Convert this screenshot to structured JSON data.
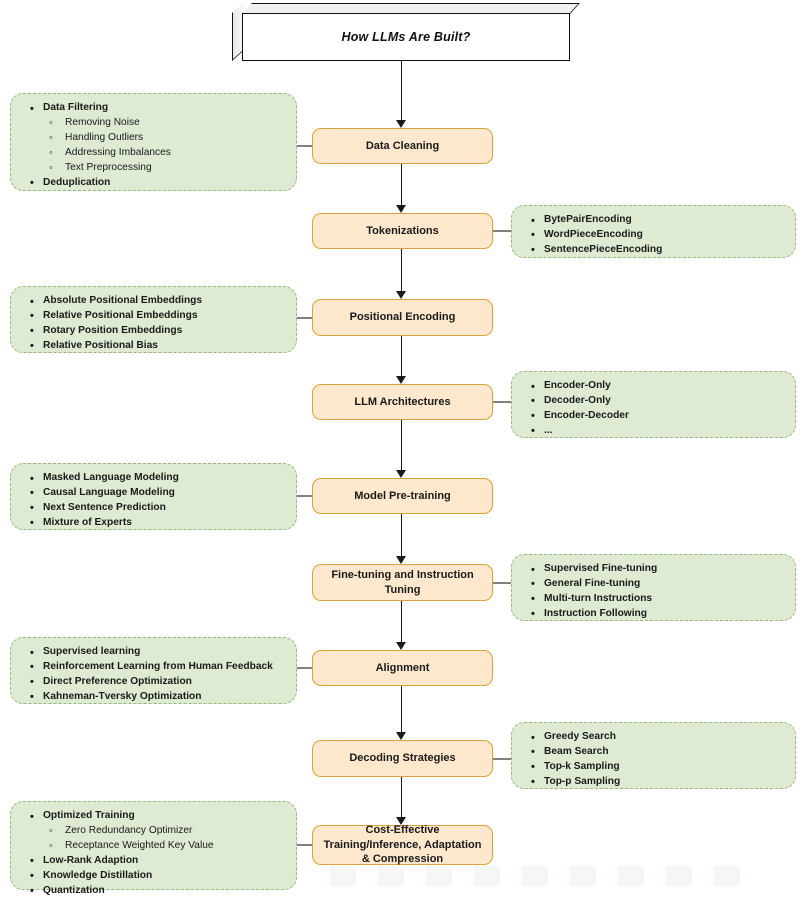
{
  "diagram": {
    "title": "How LLMs Are Built?",
    "colors": {
      "stage_fill": "#fde7cd",
      "stage_border": "#d9a33a",
      "detail_fill": "#dfead2",
      "detail_border": "#9ab77f",
      "connector_arrow": "#1a1a1a",
      "connector_branch": "#808080",
      "text": "#1a1a1a",
      "title_fill": "#ffffff",
      "title_border": "#111111"
    },
    "stages": [
      {
        "id": "data-cleaning",
        "label": "Data Cleaning"
      },
      {
        "id": "tokenizations",
        "label": "Tokenizations"
      },
      {
        "id": "positional-encoding",
        "label": "Positional Encoding"
      },
      {
        "id": "llm-architectures",
        "label": "LLM Architectures"
      },
      {
        "id": "model-pre-training",
        "label": "Model Pre-training"
      },
      {
        "id": "fine-tuning",
        "label": "Fine-tuning and Instruction Tuning"
      },
      {
        "id": "alignment",
        "label": "Alignment"
      },
      {
        "id": "decoding-strategies",
        "label": "Decoding Strategies"
      },
      {
        "id": "cost-effective",
        "label": "Cost-Effective Training/Inference, Adaptation & Compression"
      }
    ],
    "details": [
      {
        "id": "data-cleaning-details",
        "side": "left",
        "stage": "Data Cleaning",
        "items": [
          {
            "text": "Data Filtering",
            "children": [
              "Removing Noise",
              "Handling Outliers",
              "Addressing Imbalances",
              "Text Preprocessing"
            ]
          },
          {
            "text": "Deduplication",
            "children": []
          }
        ]
      },
      {
        "id": "tokenizations-details",
        "side": "right",
        "stage": "Tokenizations",
        "items": [
          {
            "text": "BytePairEncoding",
            "children": []
          },
          {
            "text": "WordPieceEncoding",
            "children": []
          },
          {
            "text": "SentencePieceEncoding",
            "children": []
          }
        ]
      },
      {
        "id": "positional-encoding-details",
        "side": "left",
        "stage": "Positional Encoding",
        "items": [
          {
            "text": "Absolute Positional Embeddings",
            "children": []
          },
          {
            "text": "Relative Positional Embeddings",
            "children": []
          },
          {
            "text": "Rotary Position Embeddings",
            "children": []
          },
          {
            "text": "Relative Positional Bias",
            "children": []
          }
        ]
      },
      {
        "id": "llm-architectures-details",
        "side": "right",
        "stage": "LLM Architectures",
        "items": [
          {
            "text": "Encoder-Only",
            "children": []
          },
          {
            "text": "Decoder-Only",
            "children": []
          },
          {
            "text": "Encoder-Decoder",
            "children": []
          },
          {
            "text": "...",
            "children": []
          }
        ]
      },
      {
        "id": "model-pre-training-details",
        "side": "left",
        "stage": "Model Pre-training",
        "items": [
          {
            "text": "Masked Language Modeling",
            "children": []
          },
          {
            "text": "Causal Language Modeling",
            "children": []
          },
          {
            "text": "Next Sentence Prediction",
            "children": []
          },
          {
            "text": "Mixture of Experts",
            "children": []
          }
        ]
      },
      {
        "id": "fine-tuning-details",
        "side": "right",
        "stage": "Fine-tuning and Instruction Tuning",
        "items": [
          {
            "text": "Supervised Fine-tuning",
            "children": []
          },
          {
            "text": "General Fine-tuning",
            "children": []
          },
          {
            "text": "Multi-turn Instructions",
            "children": []
          },
          {
            "text": "Instruction Following",
            "children": []
          }
        ]
      },
      {
        "id": "alignment-details",
        "side": "left",
        "stage": "Alignment",
        "items": [
          {
            "text": "Supervised learning",
            "children": []
          },
          {
            "text": "Reinforcement Learning from Human Feedback",
            "children": []
          },
          {
            "text": "Direct Preference Optimization",
            "children": []
          },
          {
            "text": "Kahneman-Tversky Optimization",
            "children": []
          }
        ]
      },
      {
        "id": "decoding-strategies-details",
        "side": "right",
        "stage": "Decoding Strategies",
        "items": [
          {
            "text": "Greedy Search",
            "children": []
          },
          {
            "text": "Beam Search",
            "children": []
          },
          {
            "text": "Top-k Sampling",
            "children": []
          },
          {
            "text": "Top-p Sampling",
            "children": []
          }
        ]
      },
      {
        "id": "cost-effective-details",
        "side": "left",
        "stage": "Cost-Effective Training/Inference, Adaptation & Compression",
        "items": [
          {
            "text": "Optimized Training",
            "children": [
              "Zero Redundancy Optimizer",
              "Receptance Weighted Key Value"
            ]
          },
          {
            "text": "Low-Rank Adaption",
            "children": []
          },
          {
            "text": "Knowledge Distillation",
            "children": []
          },
          {
            "text": "Quantization",
            "children": []
          }
        ]
      }
    ]
  }
}
